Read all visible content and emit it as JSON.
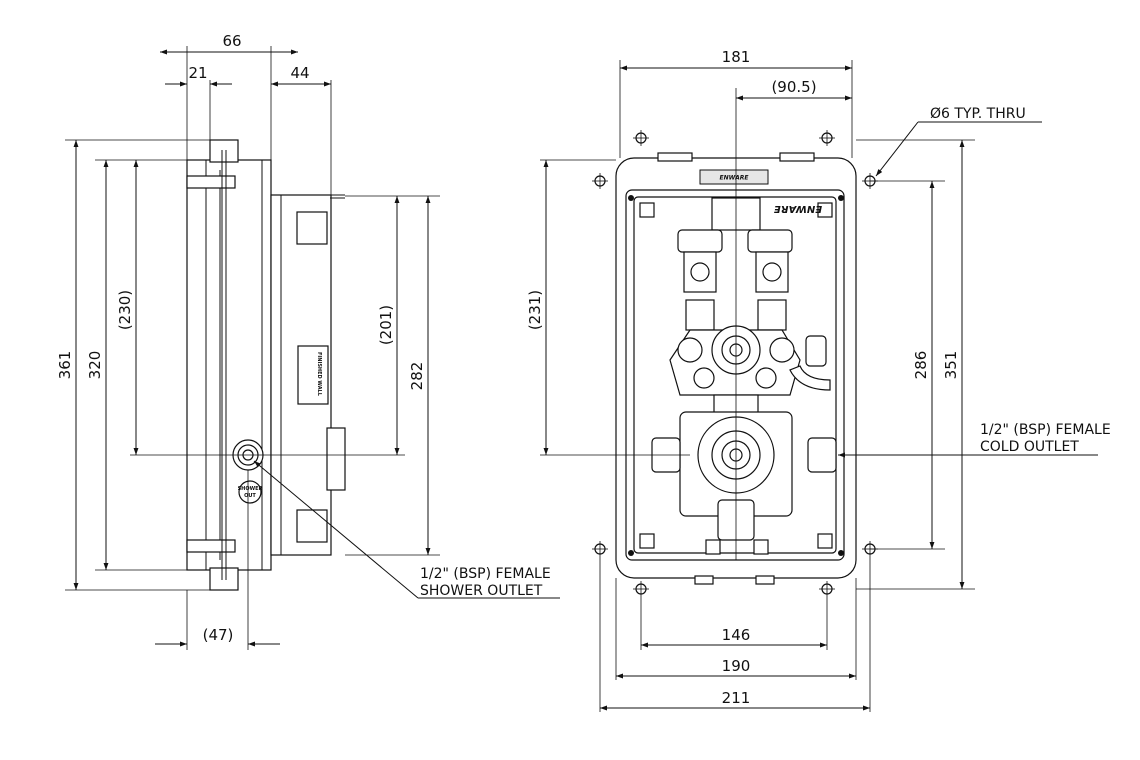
{
  "side_view": {
    "dim_top_overall": "66",
    "dim_top_left": "21",
    "dim_top_right": "44",
    "dim_height_overall": "361",
    "dim_height_body": "320",
    "dim_height_outlet": "(230)",
    "dim_height_rear": "(201)",
    "dim_height_rear_full": "282",
    "dim_bottom": "(47)",
    "label_finished_wall": "FINISHED WALL",
    "label_shower_badge_1": "SHOWER",
    "label_shower_badge_2": "OUT",
    "callout_line_1": "1/2\" (BSP) FEMALE",
    "callout_line_2": "SHOWER OUTLET"
  },
  "front_view": {
    "dim_top_width": "181",
    "dim_top_center": "(90.5)",
    "hole_note": "Ø6 TYP. THRU",
    "dim_height_outlet": "(231)",
    "dim_height_holes": "286",
    "dim_height_overall": "351",
    "dim_bottom_holes": "146",
    "dim_bottom_box": "190",
    "dim_bottom_overall": "211",
    "label_brand_plate": "ENWARE",
    "label_brand_logo": "ENWARE",
    "callout_line_1": "1/2\" (BSP) FEMALE",
    "callout_line_2": "COLD OUTLET"
  }
}
